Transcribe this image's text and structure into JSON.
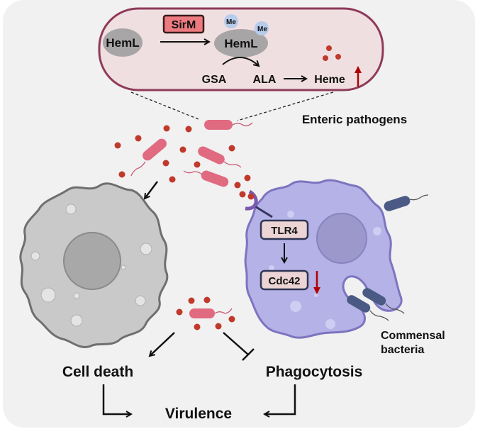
{
  "figure": {
    "inset": {
      "hemL_left": "HemL",
      "enzyme": "SirM",
      "hemL_right": "HemL",
      "methyl_1": "Me",
      "methyl_2": "Me",
      "substrate": "GSA",
      "product": "ALA",
      "end_product": "Heme",
      "heme_change": "up"
    },
    "labels": {
      "enteric_pathogens": "Enteric pathogens",
      "commensal_line1": "Commensal",
      "commensal_line2": "bacteria",
      "cell_death": "Cell death",
      "phagocytosis": "Phagocytosis",
      "virulence": "Virulence"
    },
    "macrophage": {
      "receptor": "TLR4",
      "effector": "Cdc42",
      "effector_change": "down"
    },
    "colors": {
      "panel_bg": "#f1f1f1",
      "inset_fill": "#f0dfe1",
      "inset_border": "#8e3a59",
      "pathogen": "#e06a80",
      "heme_dot": "#c0392b",
      "commensal": "#4a5a85",
      "macrophage": "#b4b2e6",
      "macrophage_edge": "#7d74c0",
      "dead_cell": "#c8c8c8",
      "dead_cell_edge": "#6f6f6f",
      "up_down_arrow": "#b00000",
      "enzyme_box": "#ec7a7f",
      "signal_box": "#ecd4d4",
      "methyl": "#b7cbeb"
    }
  }
}
